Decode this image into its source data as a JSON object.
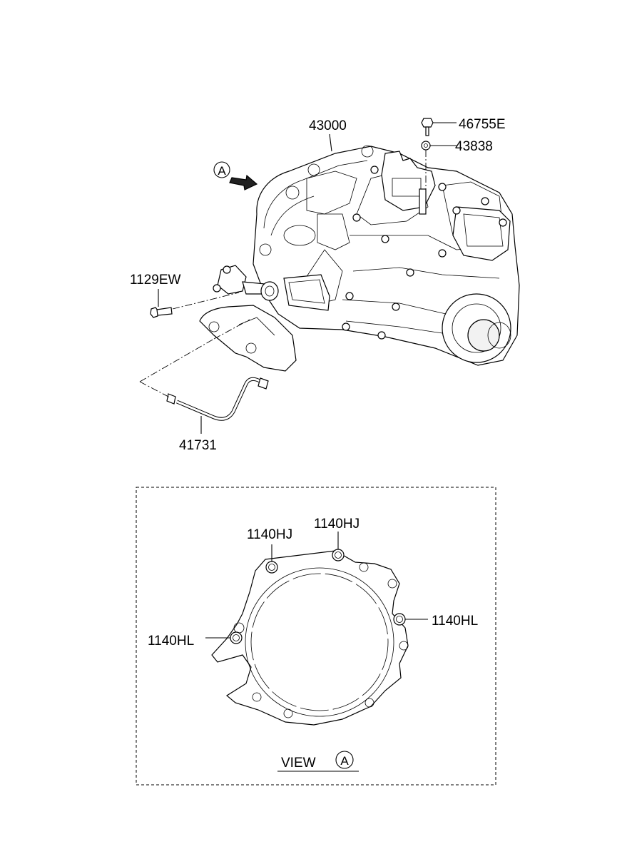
{
  "callouts": {
    "transaxle_assy": "43000",
    "bolt_top": "46755E",
    "washer_top": "43838",
    "bolt_left": "1129EW",
    "pipe": "41731",
    "dowel_left": "1140HJ",
    "dowel_right": "1140HJ",
    "pin_right": "1140HL",
    "pin_left": "1140HL"
  },
  "view_marker": {
    "letter": "A"
  },
  "view_caption": {
    "text": "VIEW",
    "letter": "A"
  }
}
